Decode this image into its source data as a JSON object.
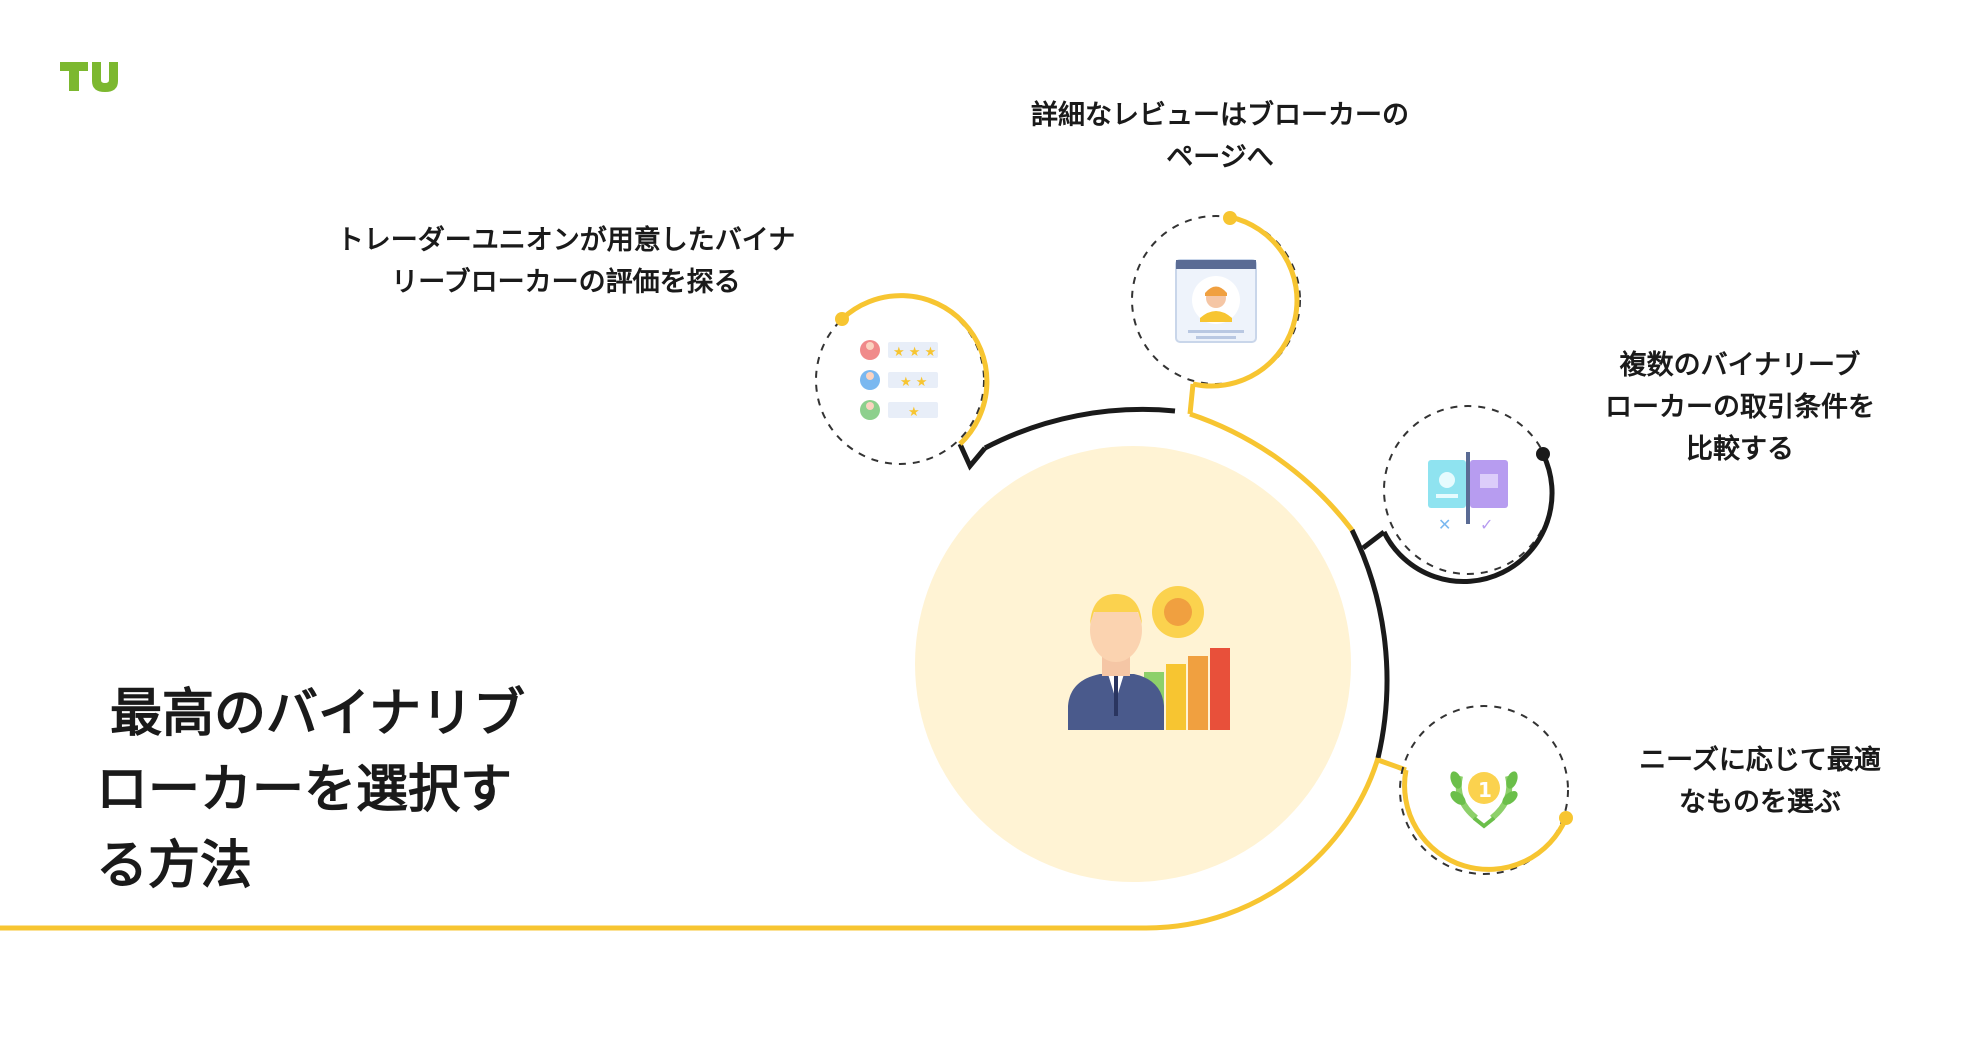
{
  "logo": {
    "text": "TU",
    "color": "#7cb82f"
  },
  "title": {
    "lines": [
      "最高のバイナリブ",
      "ローカーを選択す",
      "る方法"
    ]
  },
  "steps": [
    {
      "id": "ratings",
      "lines": [
        "トレーダーユニオンが用意したバイナ",
        "リーブローカーの評価を探る"
      ],
      "icon": "star-rating-list-icon"
    },
    {
      "id": "reviews",
      "lines": [
        "詳細なレビューはブローカーの",
        "ページへ"
      ],
      "icon": "profile-page-icon"
    },
    {
      "id": "compare",
      "lines": [
        "複数のバイナリーブ",
        "ローカーの取引条件を",
        "比較する"
      ],
      "icon": "compare-cards-icon"
    },
    {
      "id": "choose",
      "lines": [
        "ニーズに応じて最適",
        "なものを選ぶ"
      ],
      "icon": "first-place-laurel-icon"
    }
  ],
  "center": {
    "icon": "investor-growth-chart-icon"
  },
  "colors": {
    "accent": "#f7c531",
    "dark": "#1a1a1a",
    "center_fill": "#fff3d4"
  }
}
